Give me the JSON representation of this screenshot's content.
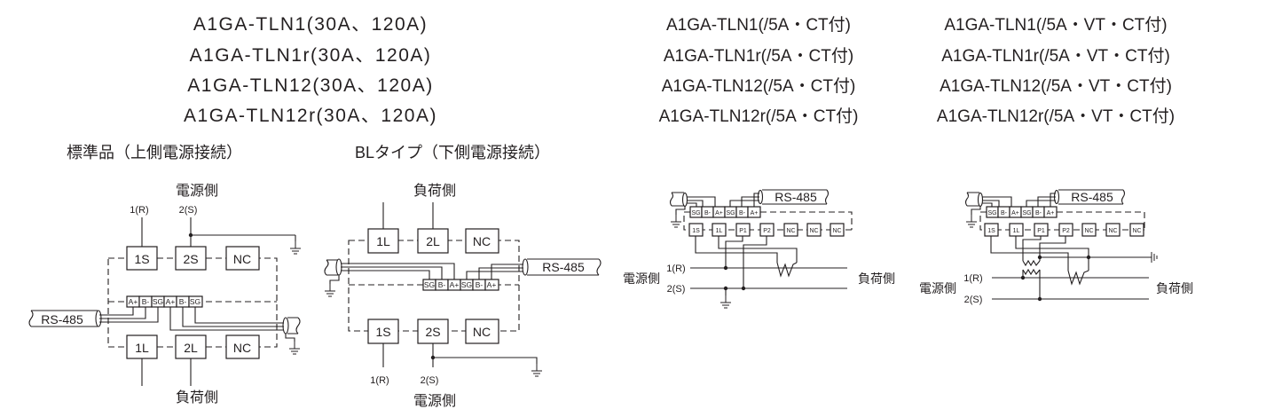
{
  "headings": {
    "group1": [
      "A1GA-TLN1(30A、120A)",
      "A1GA-TLN1r(30A、120A)",
      "A1GA-TLN12(30A、120A)",
      "A1GA-TLN12r(30A、120A)"
    ],
    "group2": [
      "A1GA-TLN1(/5A・CT付)",
      "A1GA-TLN1r(/5A・CT付)",
      "A1GA-TLN12(/5A・CT付)",
      "A1GA-TLN12r(/5A・CT付)"
    ],
    "group3": [
      "A1GA-TLN1(/5A・VT・CT付)",
      "A1GA-TLN1r(/5A・VT・CT付)",
      "A1GA-TLN12(/5A・VT・CT付)",
      "A1GA-TLN12r(/5A・VT・CT付)"
    ]
  },
  "diagrams": [
    {
      "title": "標準品（上側電源接続）",
      "source_label": "電源側",
      "load_label": "負荷側",
      "line1": "1(R)",
      "line2": "2(S)",
      "top_boxes": [
        "1S",
        "2S",
        "NC"
      ],
      "bottom_boxes": [
        "1L",
        "2L",
        "NC"
      ],
      "terminals": [
        "A+",
        "B-",
        "SG",
        "A+",
        "B-",
        "SG"
      ],
      "cable": "RS-485"
    },
    {
      "title": "BLタイプ（下側電源接続）",
      "source_label": "電源側",
      "load_label": "負荷側",
      "line1": "1(R)",
      "line2": "2(S)",
      "top_boxes": [
        "1L",
        "2L",
        "NC"
      ],
      "bottom_boxes": [
        "1S",
        "2S",
        "NC"
      ],
      "terminals": [
        "SG",
        "B-",
        "A+",
        "SG",
        "B-",
        "A+"
      ],
      "cable": "RS-485"
    },
    {
      "source_label": "電源側",
      "load_label": "負荷側",
      "line1": "1(R)",
      "line2": "2(S)",
      "terminals": [
        "SG",
        "B-",
        "A+",
        "SG",
        "B-",
        "A+"
      ],
      "boxes": [
        "1S",
        "1L",
        "P1",
        "P2",
        "NC",
        "NC",
        "NC"
      ],
      "cable": "RS-485"
    },
    {
      "source_label": "電源側",
      "load_label": "負荷側",
      "line1": "1(R)",
      "line2": "2(S)",
      "terminals": [
        "SG",
        "B-",
        "A+",
        "SG",
        "B-",
        "A+"
      ],
      "boxes": [
        "1S",
        "1L",
        "P1",
        "P2",
        "NC",
        "NC",
        "NC"
      ],
      "cable": "RS-485"
    }
  ]
}
